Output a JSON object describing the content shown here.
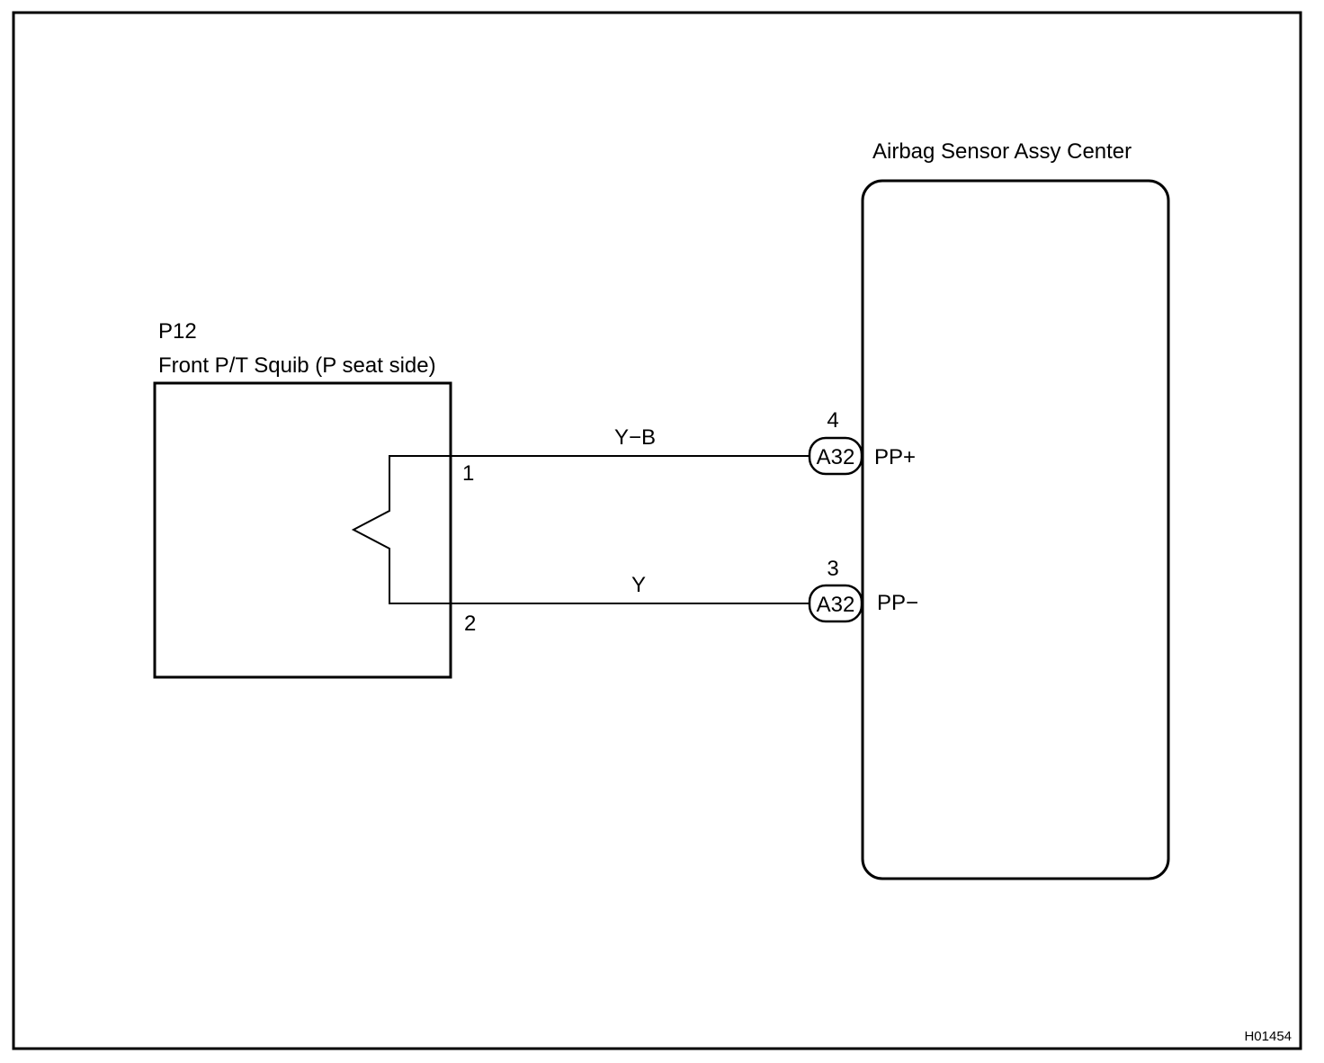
{
  "diagram": {
    "figure_code": "H01454",
    "component_left": {
      "code": "P12",
      "name": "Front P/T Squib (P seat side)",
      "pin_top": "1",
      "pin_bottom": "2"
    },
    "component_right": {
      "name": "Airbag Sensor Assy Center"
    },
    "wires": [
      {
        "color_code": "Y−B",
        "connector": "A32",
        "connector_pin": "4",
        "terminal": "PP+"
      },
      {
        "color_code": "Y",
        "connector": "A32",
        "connector_pin": "3",
        "terminal": "PP−"
      }
    ]
  }
}
